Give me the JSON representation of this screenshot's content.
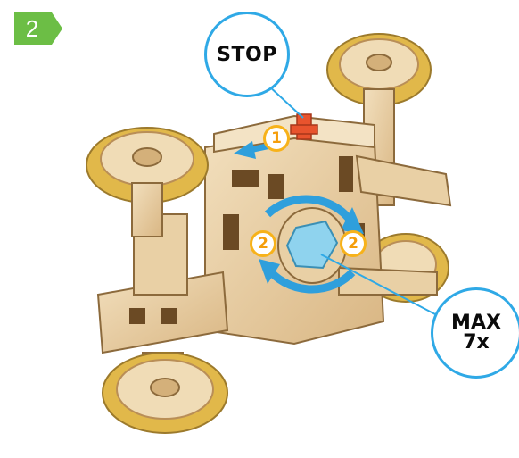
{
  "step": {
    "number": "2",
    "color": "#6cbe45"
  },
  "callouts": {
    "stop": "STOP",
    "max_line1": "MAX",
    "max_line2": "7x",
    "border_color": "#2fa9e6"
  },
  "markers": {
    "marker_1": "1",
    "marker_2_left": "2",
    "marker_2_right": "2",
    "color": "#f7b21a"
  },
  "colors": {
    "wood": "#e8cfa3",
    "wood_dark": "#b98e57",
    "tire": "#e1b84a",
    "arrow": "#2f9fdc",
    "knob": "#8fd3ee",
    "stop_lever": "#e8532d"
  }
}
